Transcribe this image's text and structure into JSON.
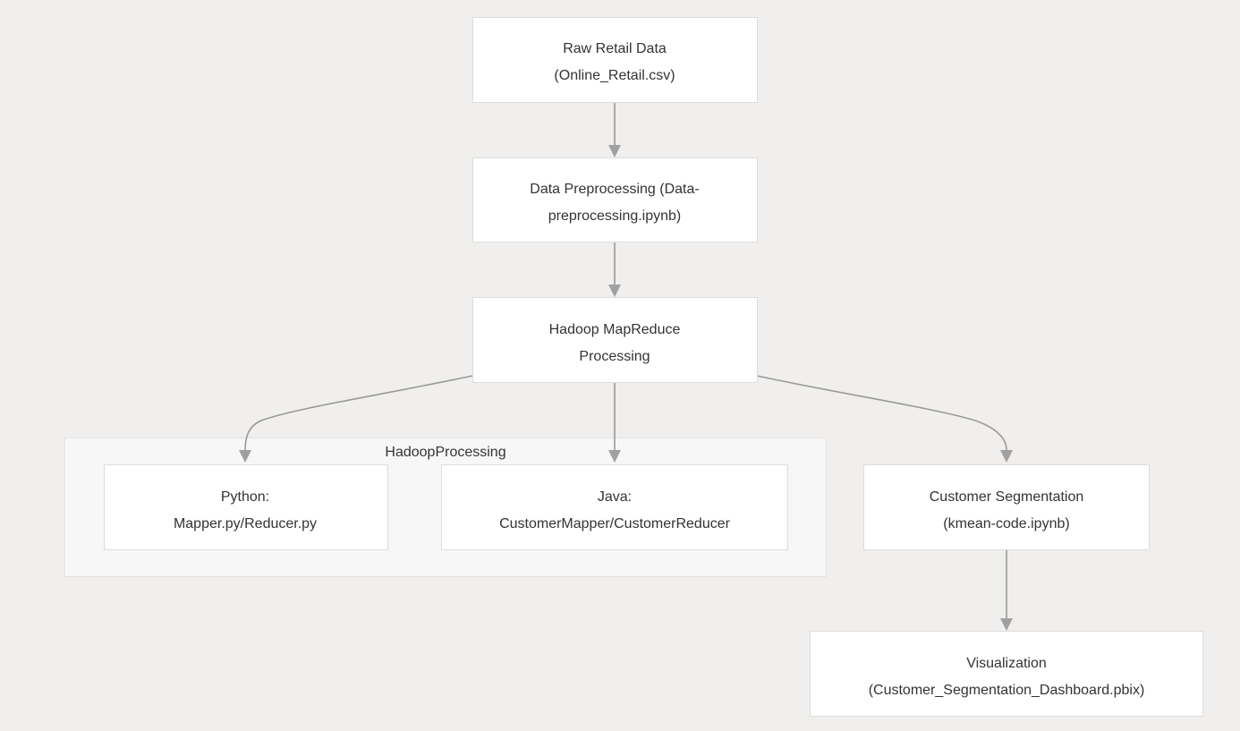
{
  "diagram": {
    "type": "flowchart",
    "direction": "top-down",
    "background_color": "#f0efed",
    "node_fill": "#ffffff",
    "node_border": "#dcdcdc",
    "edge_color": "#999999",
    "text_color": "#333333",
    "cluster_fill": "#f7f7f7",
    "cluster_border": "#e3e3e3",
    "clusters": [
      {
        "id": "hadoop_processing",
        "label": "HadoopProcessing"
      }
    ],
    "nodes": [
      {
        "id": "raw_data",
        "line1": "Raw Retail Data",
        "line2": "(Online_Retail.csv)"
      },
      {
        "id": "preprocessing",
        "line1": "Data Preprocessing (Data-",
        "line2": "preprocessing.ipynb)"
      },
      {
        "id": "mapreduce",
        "line1": "Hadoop MapReduce",
        "line2": "Processing"
      },
      {
        "id": "python_impl",
        "line1": "Python:",
        "line2": "Mapper.py/Reducer.py"
      },
      {
        "id": "java_impl",
        "line1": "Java:",
        "line2": "CustomerMapper/CustomerReducer"
      },
      {
        "id": "segmentation",
        "line1": "Customer Segmentation",
        "line2": "(kmean-code.ipynb)"
      },
      {
        "id": "visualization",
        "line1": "Visualization",
        "line2": "(Customer_Segmentation_Dashboard.pbix)"
      }
    ],
    "edges": [
      {
        "from": "raw_data",
        "to": "preprocessing",
        "label": ""
      },
      {
        "from": "preprocessing",
        "to": "mapreduce",
        "label": ""
      },
      {
        "from": "mapreduce",
        "to": "python_impl",
        "label": ""
      },
      {
        "from": "mapreduce",
        "to": "java_impl",
        "label": ""
      },
      {
        "from": "mapreduce",
        "to": "segmentation",
        "label": ""
      },
      {
        "from": "segmentation",
        "to": "visualization",
        "label": ""
      }
    ]
  }
}
